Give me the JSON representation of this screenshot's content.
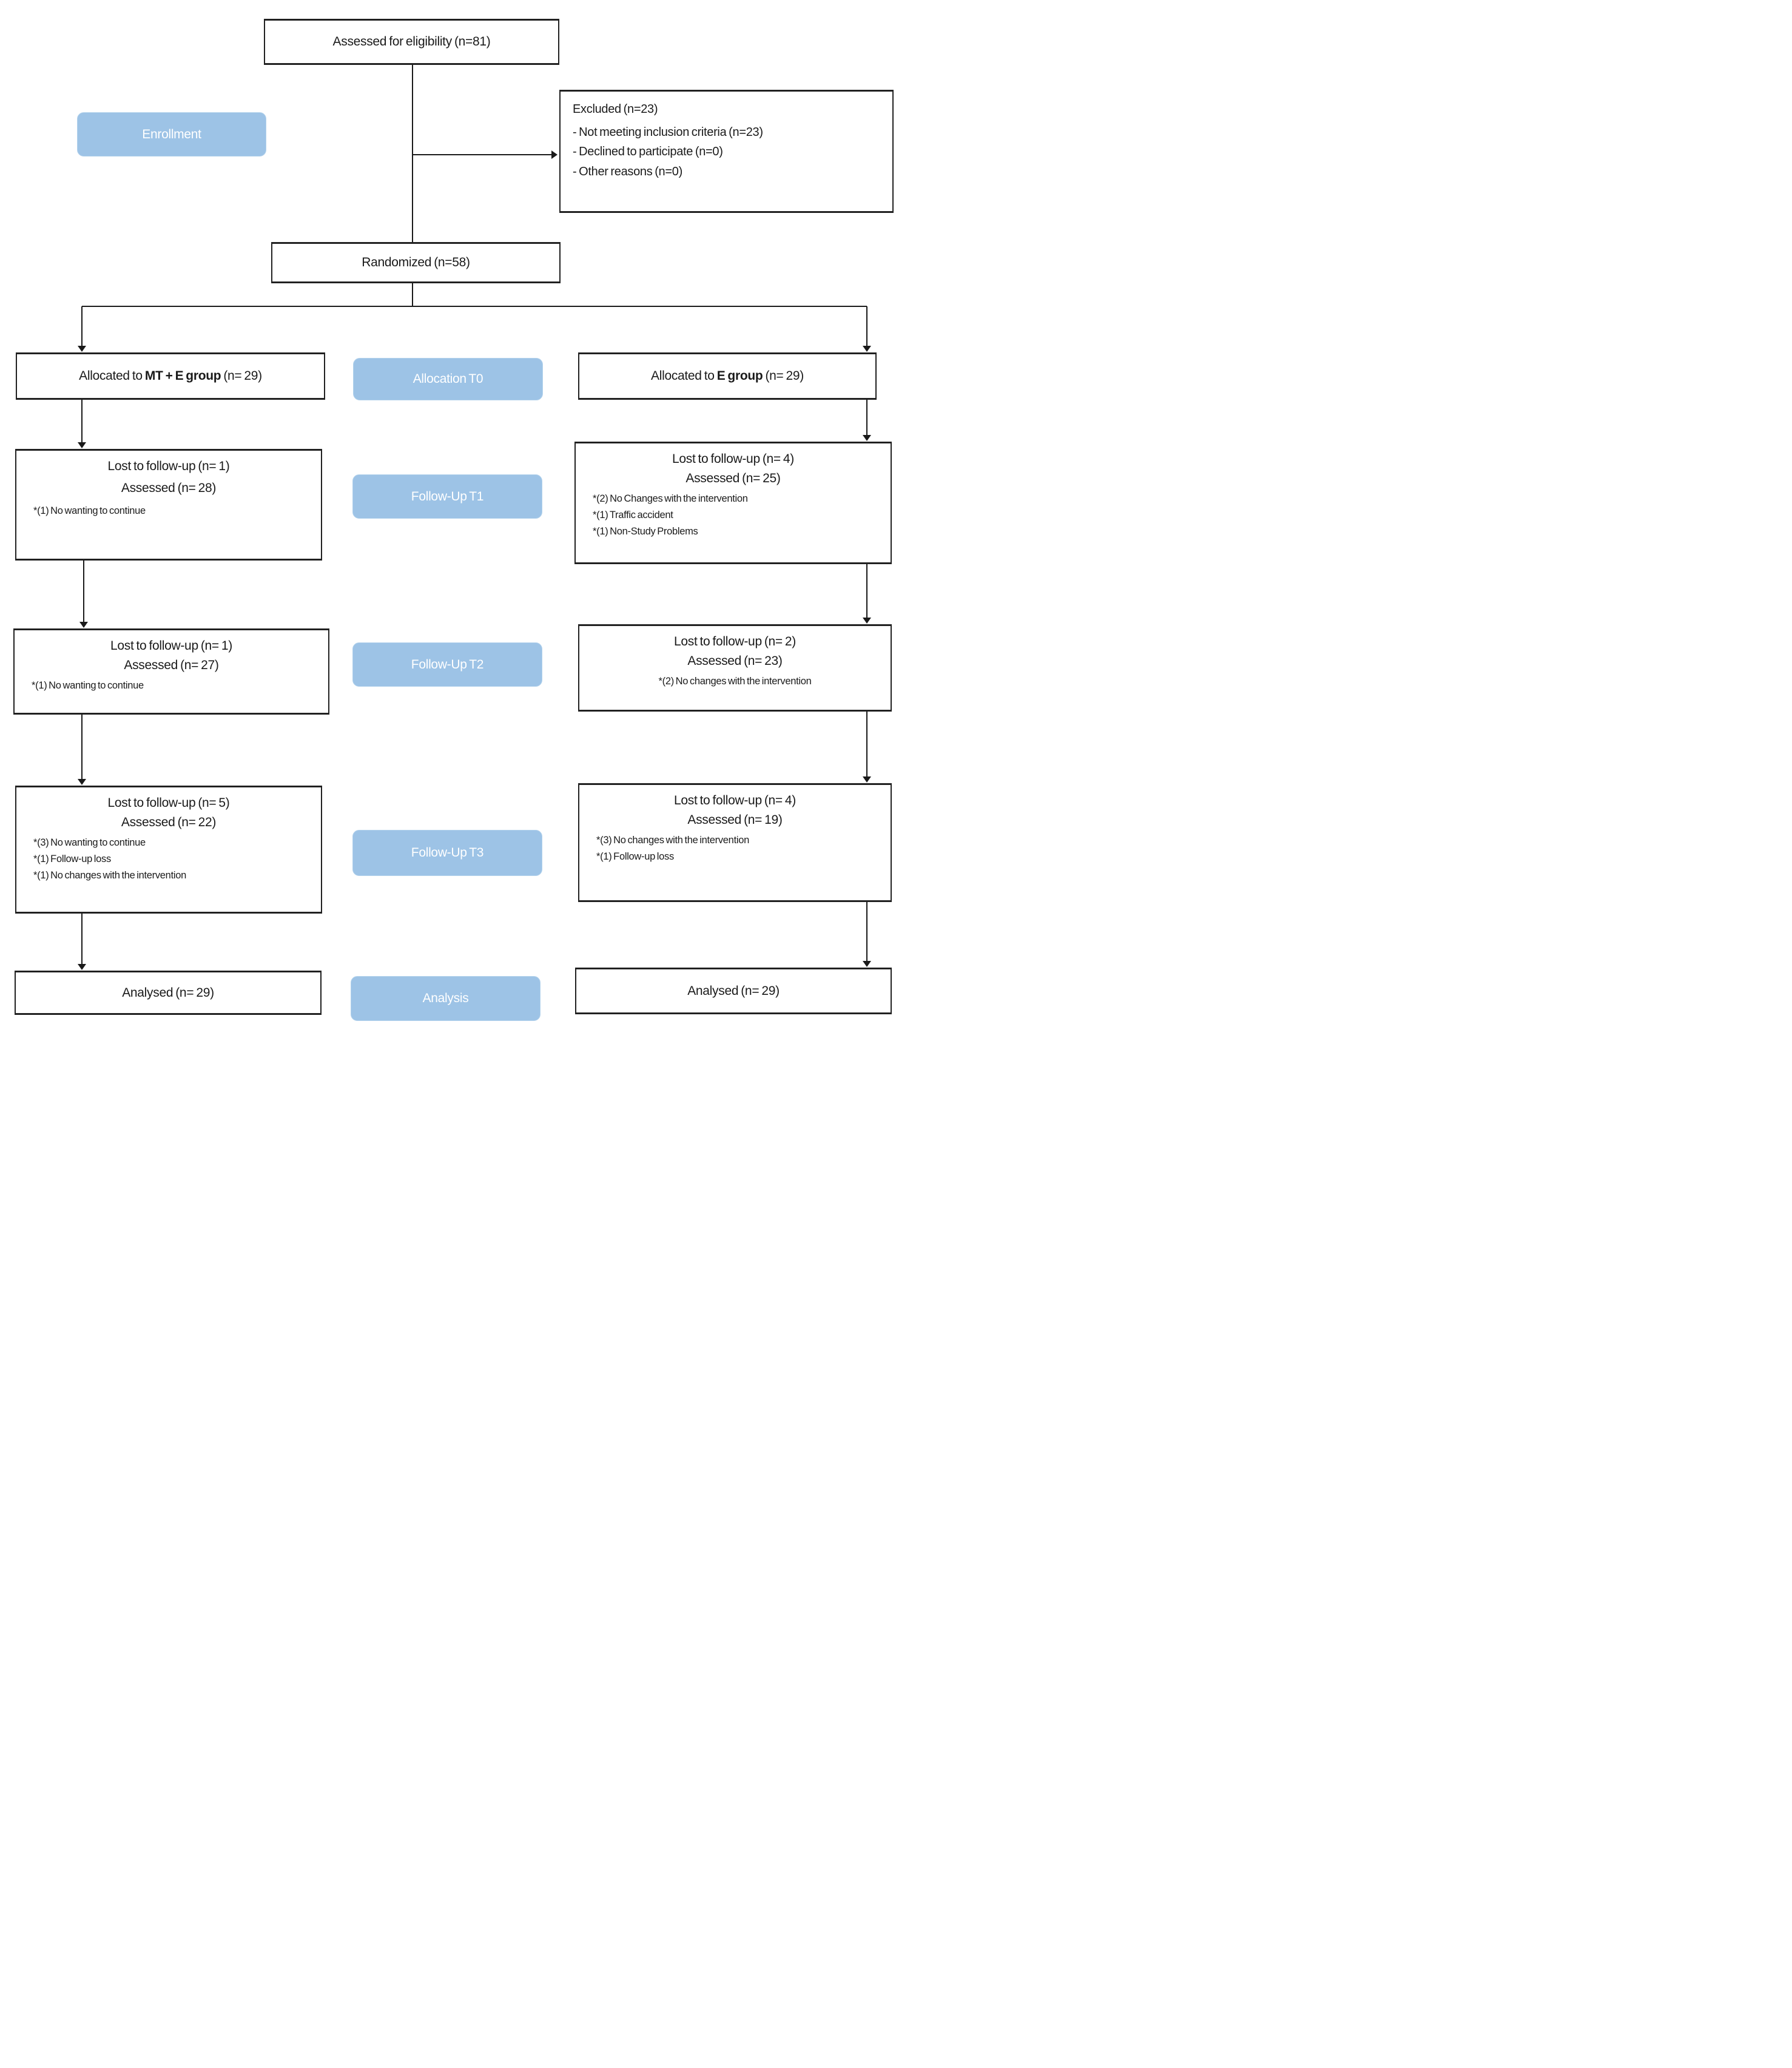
{
  "diagram": {
    "colors": {
      "stage_fill": "#9DC3E6",
      "box_border": "#212121",
      "arrow": "#1a1a1a"
    },
    "top_box": {
      "label": "Assessed for eligibility (n=81)"
    },
    "excluded_box": {
      "title": "Excluded (n=23)",
      "items": [
        "- Not meeting inclusion criteria (n=23)",
        "- Declined to participate (n=0)",
        "- Other reasons (n=0)"
      ]
    },
    "randomized_box": {
      "label": "Randomized (n=58)"
    },
    "stages": {
      "enrollment": {
        "label": "Enrollment"
      },
      "allocation": {
        "label": "Allocation T0"
      },
      "followup1": {
        "label": "Follow-Up T1"
      },
      "followup2": {
        "label": "Follow-Up T2"
      },
      "followup3": {
        "label": "Follow-Up T3"
      },
      "analysis": {
        "label": "Analysis"
      }
    },
    "alloc_left": {
      "prefix": "Allocated to ",
      "bold": "MT + E group",
      "suffix": " (n= 29)"
    },
    "alloc_right": {
      "prefix": "Allocated to ",
      "bold": "E group",
      "suffix": " (n= 29)"
    },
    "t1_left": {
      "line1": "Lost to follow-up (n= 1)",
      "line2": "Assessed (n= 28)",
      "bullets": [
        "*(1) No wanting to continue"
      ]
    },
    "t1_right": {
      "line1": "Lost to follow-up (n= 4)",
      "line2": "Assessed (n= 25)",
      "bullets": [
        "*(2) No Changes with the intervention",
        "*(1) Traffic accident",
        "*(1) Non-Study Problems"
      ]
    },
    "t2_left": {
      "line1": "Lost to follow-up (n= 1)",
      "line2": "Assessed (n= 27)",
      "bullets": [
        "*(1) No wanting to continue"
      ]
    },
    "t2_right": {
      "line1": "Lost to follow-up (n= 2)",
      "line2": "Assessed (n= 23)",
      "bullets": [
        "*(2) No changes with the intervention"
      ]
    },
    "t3_left": {
      "line1": "Lost to follow-up (n= 5)",
      "line2": "Assessed (n= 22)",
      "bullets": [
        "*(3) No wanting to continue",
        "*(1) Follow-up loss",
        "*(1) No changes with the intervention"
      ]
    },
    "t3_right": {
      "line1": "Lost to follow-up (n= 4)",
      "line2": "Assessed (n= 19)",
      "bullets": [
        "*(3) No changes with the intervention",
        "*(1) Follow-up loss"
      ]
    },
    "analysed_left": {
      "label": "Analysed (n= 29)"
    },
    "analysed_right": {
      "label": "Analysed (n= 29)"
    }
  }
}
